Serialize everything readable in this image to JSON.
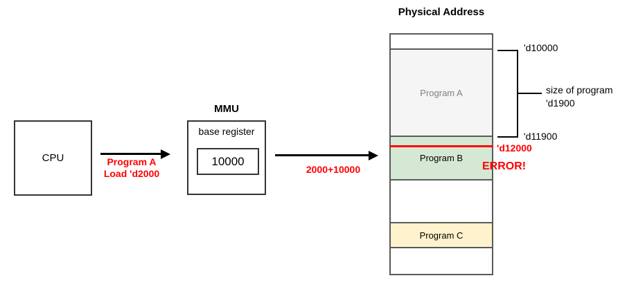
{
  "cpu": {
    "label": "CPU"
  },
  "cpu_arrow": {
    "line1": "Program A",
    "line2": "Load 'd2000"
  },
  "mmu": {
    "title": "MMU",
    "register_label": "base register",
    "register_value": "10000"
  },
  "mmu_arrow": {
    "label": "2000+10000"
  },
  "memory": {
    "title": "Physical Address",
    "segments": [
      {
        "label": "",
        "fill": "#ffffff"
      },
      {
        "label": "Program A",
        "fill": "#f5f5f5",
        "text_color": "#808080"
      },
      {
        "label": "Program B",
        "fill": "#d5e8d4",
        "text_color": "#000000"
      },
      {
        "label": "",
        "fill": "#ffffff"
      },
      {
        "label": "Program C",
        "fill": "#fff2cc",
        "text_color": "#000000"
      },
      {
        "label": "",
        "fill": "#ffffff"
      }
    ]
  },
  "annotations": {
    "addr_start": "'d10000",
    "size_line1": "size of program",
    "size_line2": "'d1900",
    "addr_end": "'d11900",
    "addr_overflow": "'d12000",
    "error": "ERROR!"
  },
  "colors": {
    "error_red": "#ff0000",
    "segment_border": "#595959",
    "box_border": "#333333",
    "program_a_fill": "#f5f5f5",
    "program_b_fill": "#d5e8d4",
    "program_c_fill": "#fff2cc"
  }
}
